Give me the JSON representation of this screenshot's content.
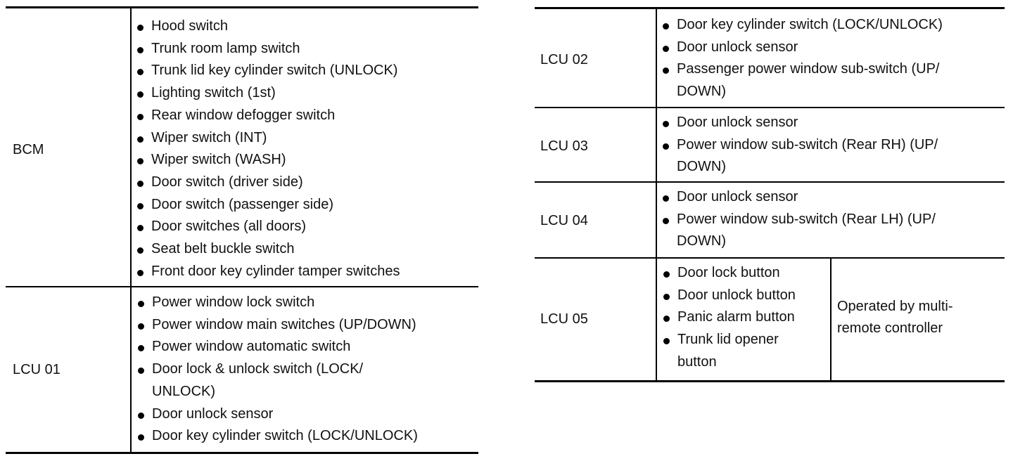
{
  "left_table": {
    "rows": [
      {
        "label": "BCM",
        "items": [
          "Hood switch",
          "Trunk room lamp switch",
          "Trunk lid key cylinder switch (UNLOCK)",
          "Lighting switch (1st)",
          "Rear window defogger switch",
          "Wiper switch (INT)",
          "Wiper switch (WASH)",
          "Door switch (driver side)",
          "Door switch (passenger side)",
          "Door switches (all doors)",
          "Seat belt buckle switch",
          "Front door key cylinder tamper switches"
        ]
      },
      {
        "label": "LCU 01",
        "items": [
          "Power window lock switch",
          "Power window main switches (UP/DOWN)",
          "Power window automatic switch",
          "Door lock & unlock switch (LOCK/\nUNLOCK)",
          "Door unlock sensor",
          "Door key cylinder switch (LOCK/UNLOCK)"
        ]
      }
    ]
  },
  "right_table": {
    "rows": [
      {
        "label": "LCU 02",
        "items": [
          "Door key cylinder switch (LOCK/UNLOCK)",
          "Door unlock sensor",
          "Passenger power window sub-switch (UP/\nDOWN)"
        ]
      },
      {
        "label": "LCU 03",
        "items": [
          "Door unlock sensor",
          "Power window sub-switch (Rear RH) (UP/\nDOWN)"
        ]
      },
      {
        "label": "LCU 04",
        "items": [
          "Door unlock sensor",
          "Power window sub-switch (Rear LH) (UP/\nDOWN)"
        ]
      },
      {
        "label": "LCU 05",
        "items": [
          "Door lock button",
          "Door unlock button",
          "Panic alarm button",
          "Trunk lid opener\nbutton"
        ],
        "note": "Operated by multi-\nremote controller"
      }
    ]
  }
}
